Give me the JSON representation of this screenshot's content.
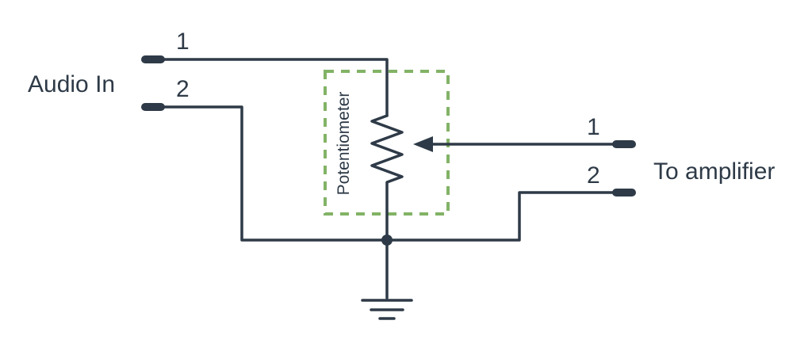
{
  "diagram": {
    "type": "circuit-schematic",
    "labels": {
      "audio_in": "Audio In",
      "to_amplifier": "To amplifier",
      "potentiometer": "Potentiometer",
      "audio_in_pin1": "1",
      "audio_in_pin2": "2",
      "amplifier_pin1": "1",
      "amplifier_pin2": "2"
    },
    "components": {
      "potentiometer": "variable resistor with wiper arrow, outlined by dashed box",
      "ground": "earth ground symbol at bottom center",
      "junction": "filled dot where resistor bottom, audio-in return and amplifier return meet"
    },
    "colors": {
      "wire": "#2e3a47",
      "highlight_box": "#82b366",
      "background": "#ffffff"
    }
  }
}
